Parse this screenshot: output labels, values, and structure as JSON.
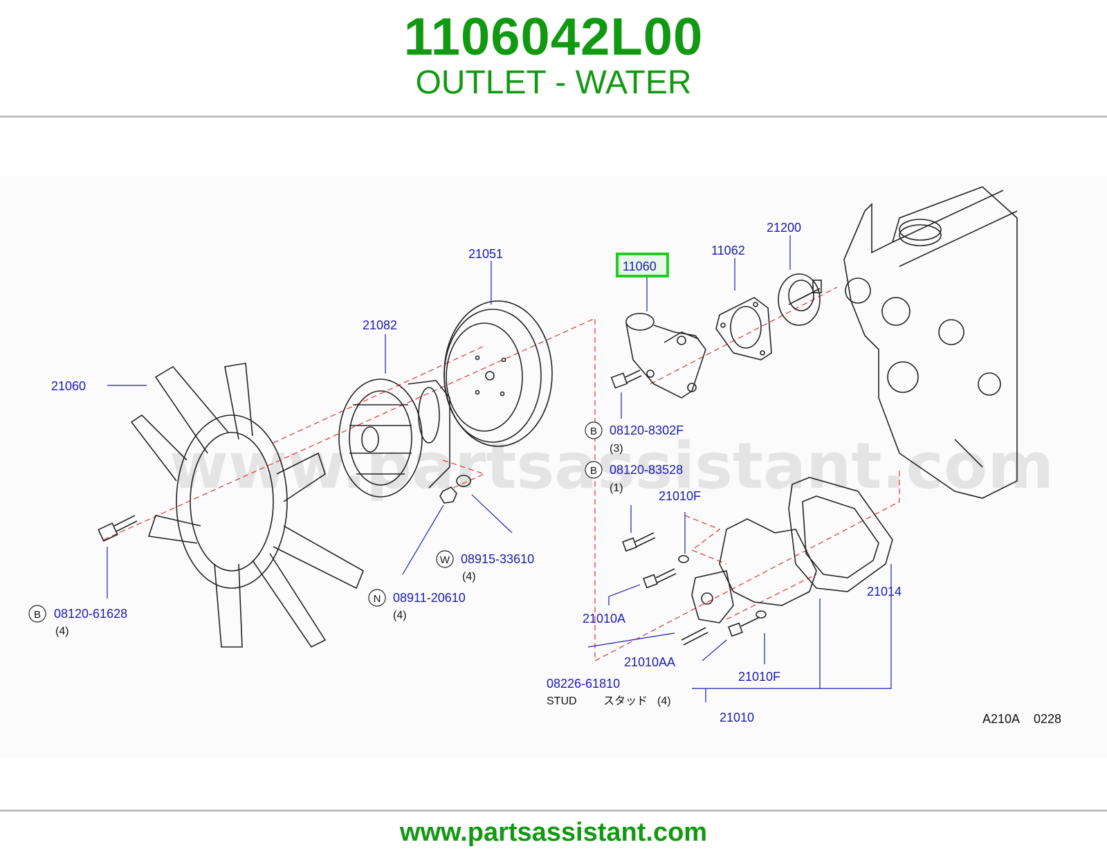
{
  "header": {
    "part_number": "1106042L00",
    "part_name": "OUTLET - WATER"
  },
  "diagram": {
    "watermark": "www.partsassistant.com",
    "highlighted_part": "11060",
    "highlight_color": "#22cc22",
    "callouts": {
      "c21051": "21051",
      "c11060": "11060",
      "c11062": "11062",
      "c21200": "21200",
      "c21082": "21082",
      "c21060": "21060",
      "c21010f_top": "21010F",
      "c21014": "21014",
      "c21010a": "21010A",
      "c21010aa": "21010AA",
      "c21010f_bottom": "21010F",
      "c21010": "21010"
    },
    "fasteners": {
      "f1": {
        "badge": "B",
        "code": "08120-8302F",
        "qty": "(3)"
      },
      "f2": {
        "badge": "B",
        "code": "08120-83528",
        "qty": "(1)"
      },
      "f3": {
        "badge": "W",
        "code": "08915-33610",
        "qty": "(4)"
      },
      "f4": {
        "badge": "N",
        "code": "08911-20610",
        "qty": "(4)"
      },
      "f5": {
        "badge": "B",
        "code": "08120-61628",
        "qty": "(4)"
      }
    },
    "stud": {
      "code": "08226-61810",
      "label": "STUD",
      "label_jp": "スタッド",
      "qty": "(4)"
    },
    "reference": {
      "code": "A210A",
      "number": "0228"
    },
    "colors": {
      "label": "#1a1ab0",
      "dash": "#e04040",
      "brand_green": "#119911"
    }
  },
  "footer": {
    "url": "www.partsassistant.com"
  }
}
